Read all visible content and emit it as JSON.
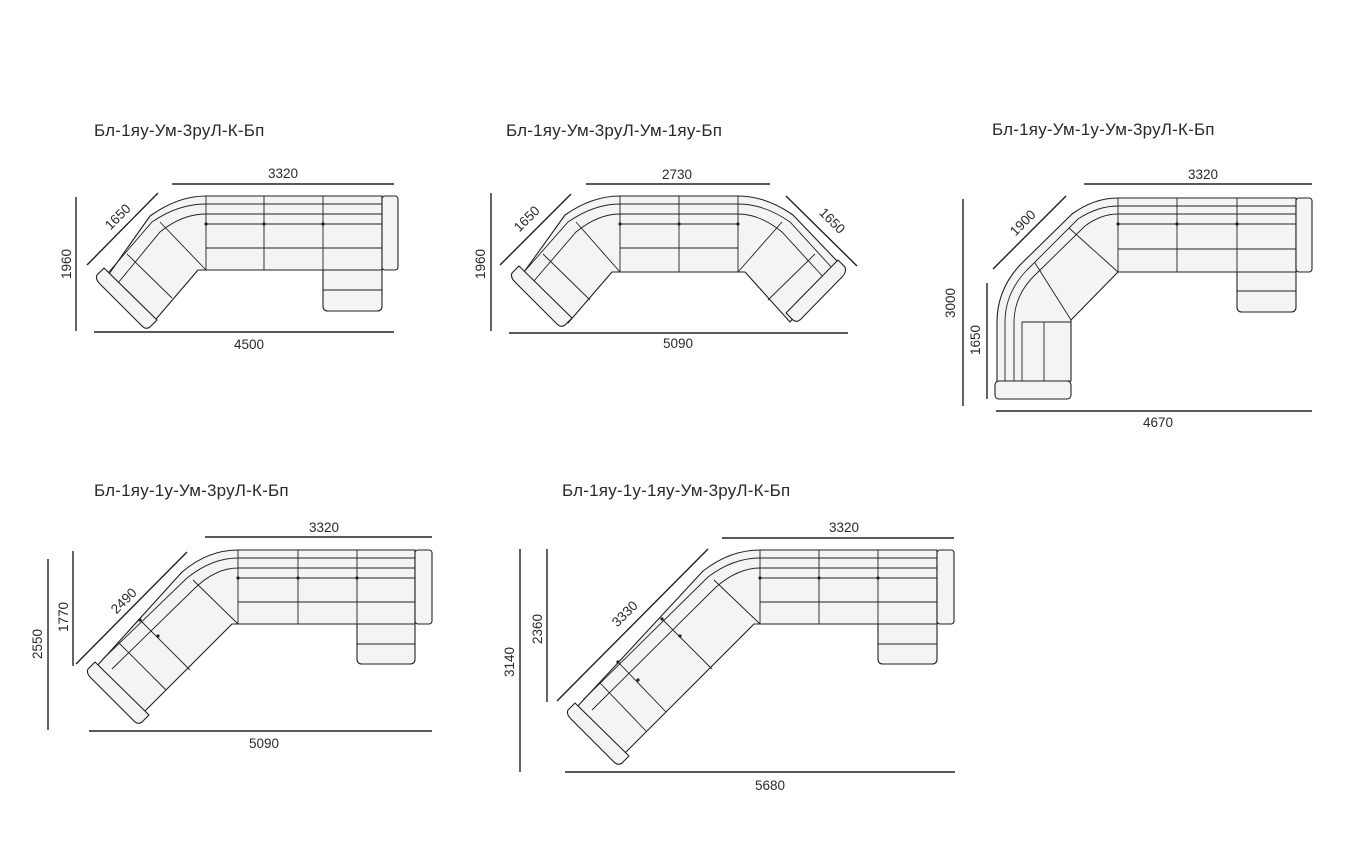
{
  "diagrams": [
    {
      "title": "Бл-1яу-Ум-3руЛ-К-Бп",
      "dims": {
        "top": "3320",
        "diag": "1650",
        "left": "1960",
        "bottom": "4500"
      }
    },
    {
      "title": "Бл-1яу-Ум-3руЛ-Ум-1яу-Бп",
      "dims": {
        "top": "2730",
        "diag_left": "1650",
        "diag_right": "1650",
        "left": "1960",
        "bottom": "5090"
      }
    },
    {
      "title": "Бл-1яу-Ум-1у-Ум-3руЛ-К-Бп",
      "dims": {
        "top": "3320",
        "diag": "1900",
        "left_outer": "3000",
        "left_inner": "1650",
        "bottom": "4670"
      }
    },
    {
      "title": "Бл-1яу-1у-Ум-3руЛ-К-Бп",
      "dims": {
        "top": "3320",
        "diag": "2490",
        "left_outer": "2550",
        "left_inner": "1770",
        "bottom": "5090"
      }
    },
    {
      "title": "Бл-1яу-1у-1яу-Ум-3руЛ-К-Бп",
      "dims": {
        "top": "3320",
        "diag": "3330",
        "left_outer": "3140",
        "left_inner": "2360",
        "bottom": "5680"
      }
    }
  ]
}
